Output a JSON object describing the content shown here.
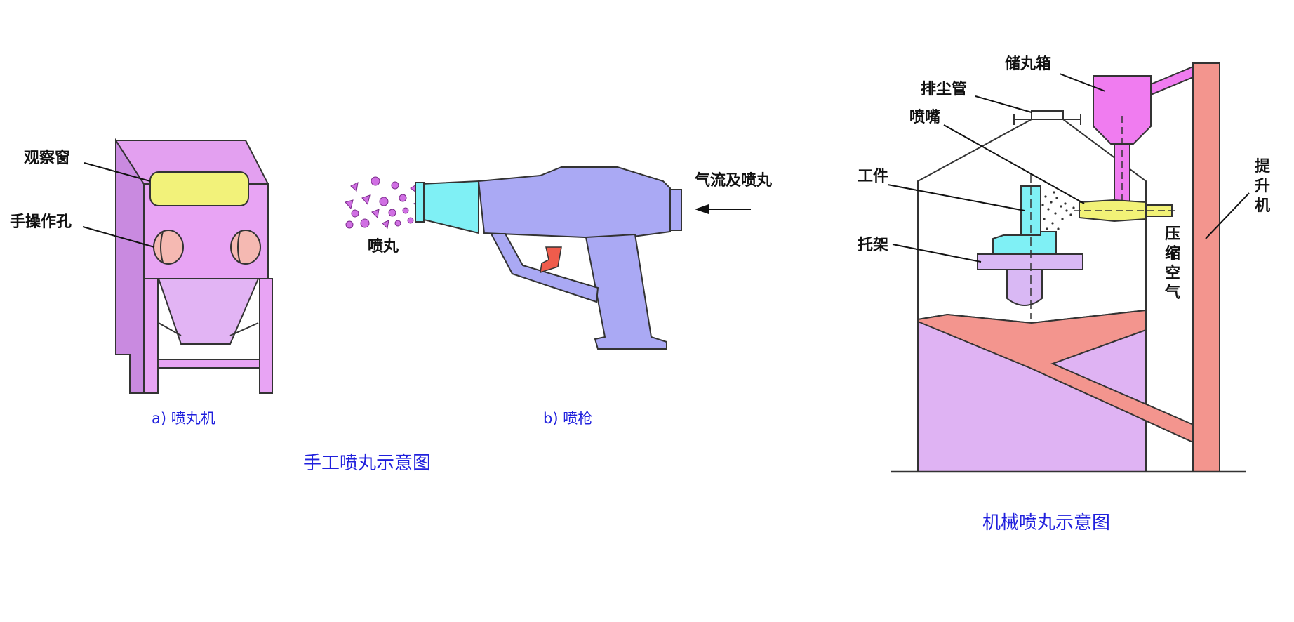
{
  "manual": {
    "machine": {
      "label_window": "观察窗",
      "label_hole": "手操作孔",
      "caption": "a) 喷丸机"
    },
    "gun": {
      "label_shot": "喷丸",
      "label_air": "气流及喷丸",
      "caption": "b) 喷枪"
    },
    "title": "手工喷丸示意图"
  },
  "mechanical": {
    "label_hopper": "储丸箱",
    "label_dust": "排尘管",
    "label_nozzle": "喷嘴",
    "label_workpiece": "工件",
    "label_holder": "托架",
    "label_elevator": [
      "提",
      "升",
      "机"
    ],
    "label_air": [
      "压",
      "缩",
      "空",
      "气"
    ],
    "title": "机械喷丸示意图"
  },
  "colors": {
    "cabinet": "#e8a4f4",
    "cabinet_dark": "#c98ae0",
    "window": "#f2f27a",
    "hand_hole": "#f5b9b2",
    "gun_body": "#aaa9f4",
    "gun_nozzle": "#7ff0f5",
    "trigger": "#ef5c4c",
    "shot": "#d06fe3",
    "hopper": "#f07cf0",
    "bin": "#dfb3f3",
    "elevator": "#f3958e",
    "workpiece": "#7ff0f5",
    "holder": "#d9b8f4",
    "nozzle": "#f2f277",
    "caption": "#2020dd"
  }
}
